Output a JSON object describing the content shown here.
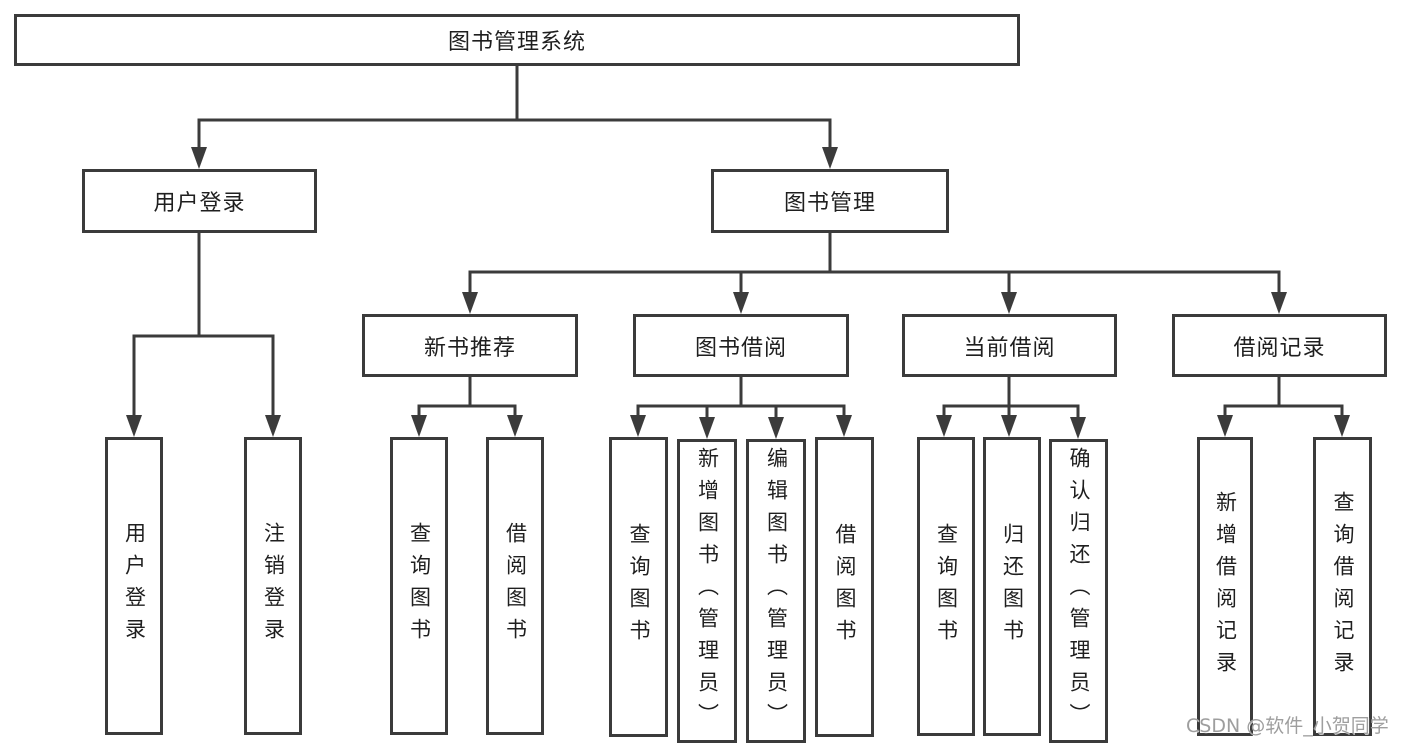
{
  "diagram": {
    "type": "hierarchy-tree",
    "title": "图书管理系统",
    "line_color": "#3b3b3b",
    "box_border_color": "#3b3b3b",
    "box_fill_color": "#ffffff",
    "text_color": "#1f1f1f"
  },
  "nodes": [
    {
      "id": "root",
      "label": "图书管理系统",
      "level": 1,
      "parent": null
    },
    {
      "id": "user-login",
      "label": "用户登录",
      "level": 2,
      "parent": "root"
    },
    {
      "id": "book-mgmt",
      "label": "图书管理",
      "level": 2,
      "parent": "root"
    },
    {
      "id": "login",
      "label": "用户登录",
      "level": 3,
      "parent": "user-login"
    },
    {
      "id": "logout",
      "label": "注销登录",
      "level": 3,
      "parent": "user-login"
    },
    {
      "id": "new-book-rec",
      "label": "新书推荐",
      "level": 3,
      "parent": "book-mgmt"
    },
    {
      "id": "book-borrow",
      "label": "图书借阅",
      "level": 3,
      "parent": "book-mgmt"
    },
    {
      "id": "current-borrow",
      "label": "当前借阅",
      "level": 3,
      "parent": "book-mgmt"
    },
    {
      "id": "borrow-record",
      "label": "借阅记录",
      "level": 3,
      "parent": "book-mgmt"
    },
    {
      "id": "nbr-query",
      "label": "查询图书",
      "level": 4,
      "parent": "new-book-rec"
    },
    {
      "id": "nbr-borrow",
      "label": "借阅图书",
      "level": 4,
      "parent": "new-book-rec"
    },
    {
      "id": "bb-query",
      "label": "查询图书",
      "level": 4,
      "parent": "book-borrow"
    },
    {
      "id": "bb-add",
      "label": "新增图书（管理员）",
      "level": 4,
      "parent": "book-borrow"
    },
    {
      "id": "bb-edit",
      "label": "编辑图书（管理员）",
      "level": 4,
      "parent": "book-borrow"
    },
    {
      "id": "bb-borrow",
      "label": "借阅图书",
      "level": 4,
      "parent": "book-borrow"
    },
    {
      "id": "cb-query",
      "label": "查询图书",
      "level": 4,
      "parent": "current-borrow"
    },
    {
      "id": "cb-return",
      "label": "归还图书",
      "level": 4,
      "parent": "current-borrow"
    },
    {
      "id": "cb-confirm",
      "label": "确认归还（管理员）",
      "level": 4,
      "parent": "current-borrow"
    },
    {
      "id": "br-add",
      "label": "新增借阅记录",
      "level": 4,
      "parent": "borrow-record"
    },
    {
      "id": "br-query",
      "label": "查询借阅记录",
      "level": 4,
      "parent": "borrow-record"
    }
  ],
  "watermark": {
    "text": "CSDN @软件_小贺同学",
    "color": "#9e9e9e"
  }
}
